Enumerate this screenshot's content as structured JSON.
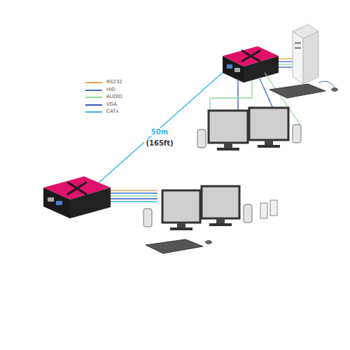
{
  "diagram": {
    "labels": [
      "50m",
      "(165ft)"
    ],
    "legend": [
      {
        "text": "RS232",
        "color": "#f0a050"
      },
      {
        "text": "HID",
        "color": "#3f6fd0"
      },
      {
        "text": "AUDIO",
        "color": "#8fd89a"
      },
      {
        "text": "VGA",
        "color": "#3456b8"
      },
      {
        "text": "CATx",
        "color": "#38b6e6"
      }
    ]
  }
}
